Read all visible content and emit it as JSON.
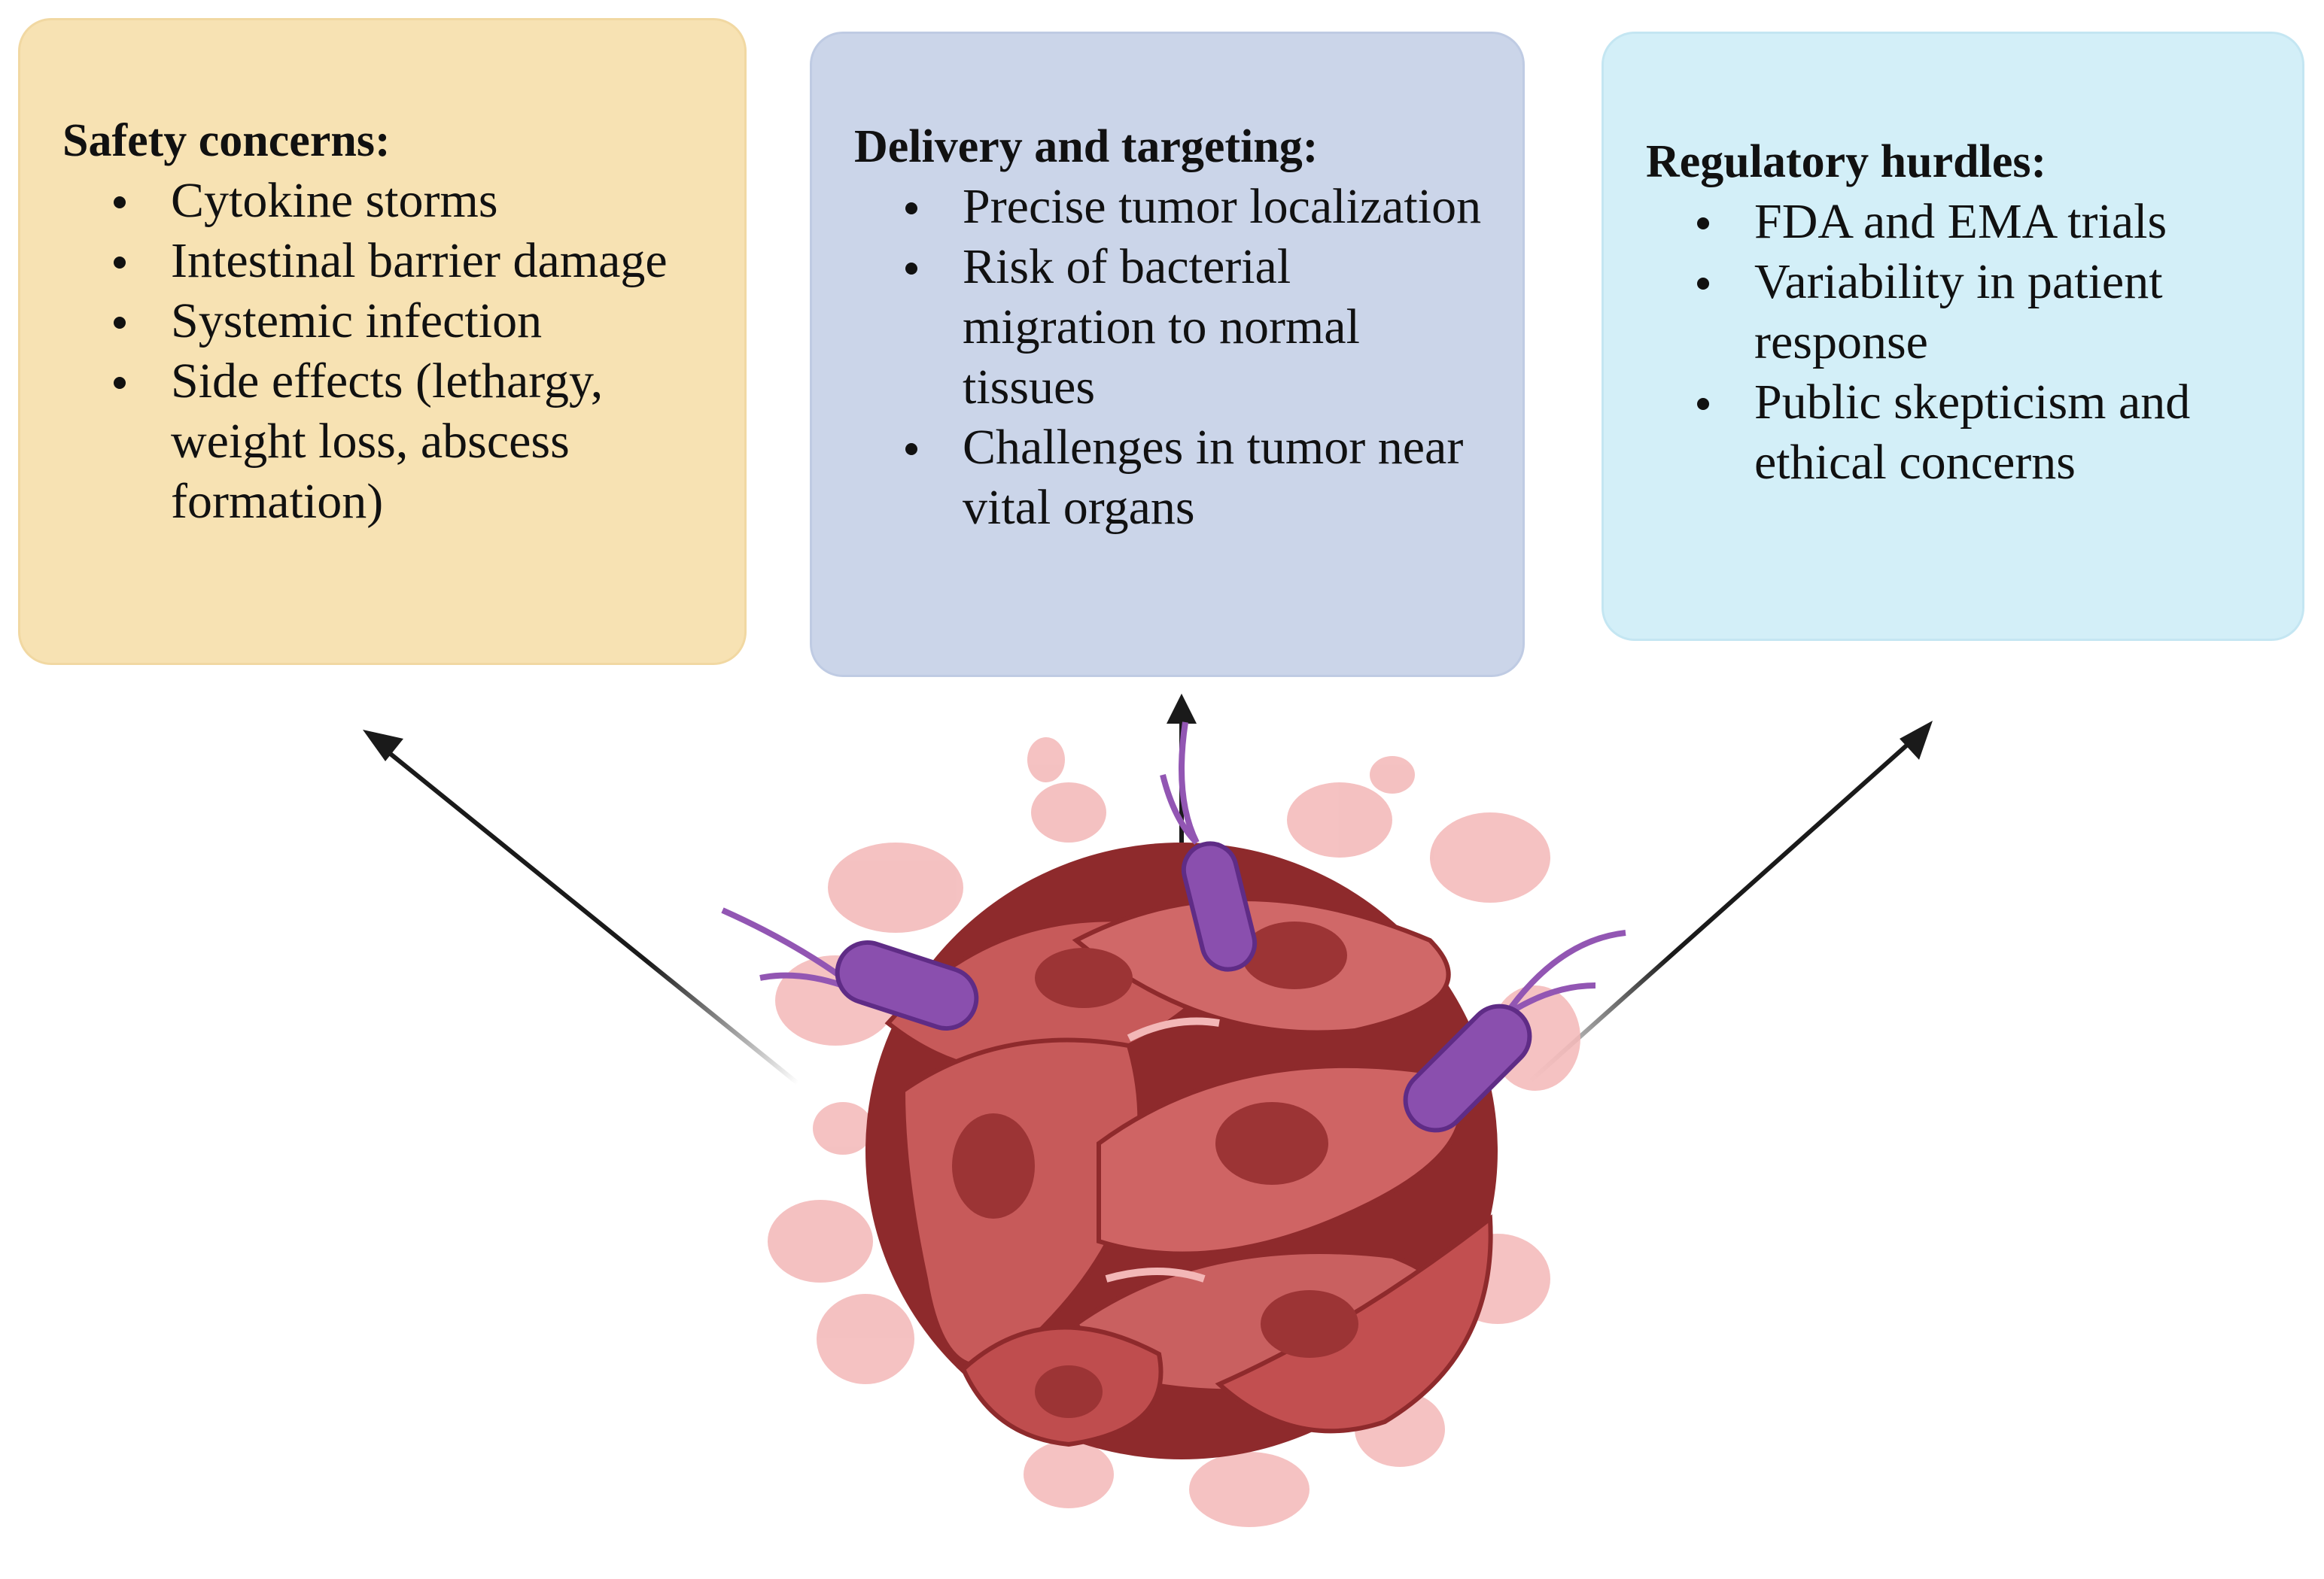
{
  "colors": {
    "safety_fill": "#f7e2b3",
    "safety_border": "#f1d8a2",
    "delivery_fill": "#cbd5e9",
    "delivery_border": "#bfcbe3",
    "regulatory_fill": "#d3eff8",
    "regulatory_border": "#c4e6f2",
    "arrow": "#1a1a1a",
    "tumor_dark": "#8e2a2c",
    "tumor_mid": "#c75a5a",
    "tumor_light": "#f3b7b7",
    "bacteria": "#9256b3"
  },
  "boxes": {
    "safety": {
      "title": "Safety concerns:",
      "items": [
        "Cytokine storms",
        "Intestinal barrier damage",
        "Systemic infection",
        "Side effects (lethargy, weight loss, abscess formation)"
      ]
    },
    "delivery": {
      "title": "Delivery and targeting:",
      "items": [
        "Precise tumor localization",
        "Risk of bacterial migration to normal tissues",
        "Challenges in tumor near vital organs"
      ]
    },
    "regulatory": {
      "title": "Regulatory hurdles:",
      "items": [
        "FDA and EMA trials",
        "Variability in patient response",
        "Public skepticism and ethical concerns"
      ]
    }
  },
  "icons": {
    "tumor": "tumor-cell-cluster-icon",
    "bacteria": "bacterium-icon"
  }
}
